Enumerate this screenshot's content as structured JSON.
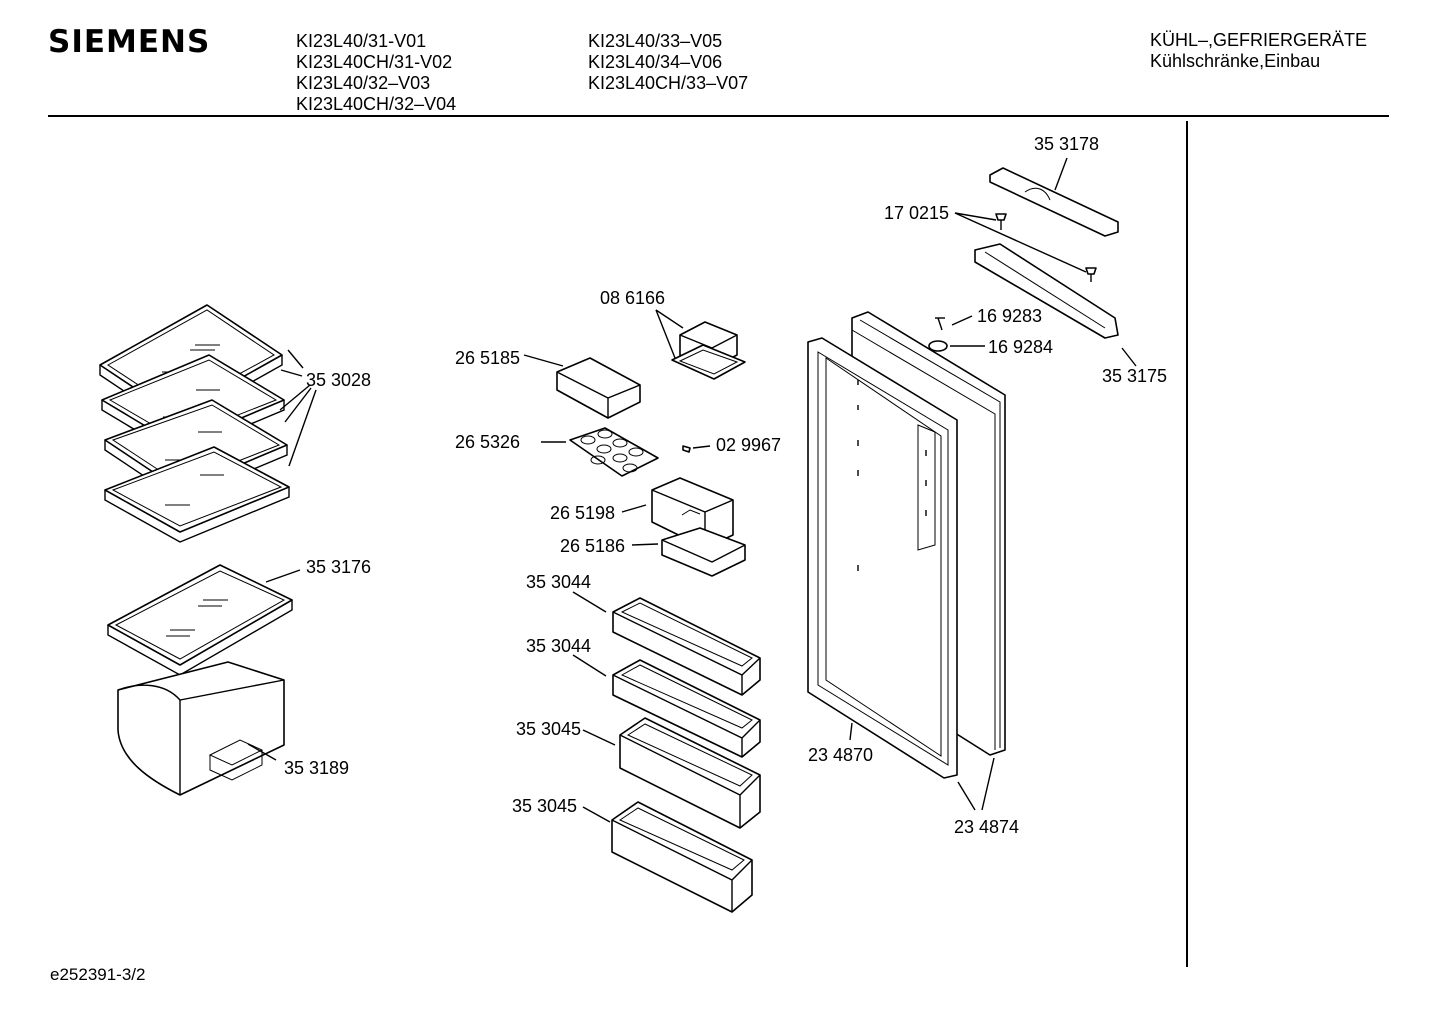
{
  "header": {
    "brand": "SIEMENS",
    "models_col1": [
      "KI23L40/31-V01",
      "KI23L40CH/31-V02",
      "KI23L40/32–V03",
      "KI23L40CH/32–V04"
    ],
    "models_col2": [
      "KI23L40/33–V05",
      "KI23L40/34–V06",
      "KI23L40CH/33–V07"
    ],
    "category": "KÜHL–,GEFRIERGERÄTE",
    "subcategory": "Kühlschränke,Einbau"
  },
  "parts": [
    {
      "id": "p353178",
      "label": "35 3178"
    },
    {
      "id": "p170215",
      "label": "17 0215"
    },
    {
      "id": "p169283",
      "label": "16 9283"
    },
    {
      "id": "p169284",
      "label": "16 9284"
    },
    {
      "id": "p353175",
      "label": "35 3175"
    },
    {
      "id": "p086166",
      "label": "08 6166"
    },
    {
      "id": "p265185",
      "label": "26 5185"
    },
    {
      "id": "p265326",
      "label": "26 5326"
    },
    {
      "id": "p029967",
      "label": "02 9967"
    },
    {
      "id": "p265198",
      "label": "26 5198"
    },
    {
      "id": "p265186",
      "label": "26 5186"
    },
    {
      "id": "p353044a",
      "label": "35 3044"
    },
    {
      "id": "p353044b",
      "label": "35 3044"
    },
    {
      "id": "p353045a",
      "label": "35 3045"
    },
    {
      "id": "p353045b",
      "label": "35 3045"
    },
    {
      "id": "p353028",
      "label": "35 3028"
    },
    {
      "id": "p353176",
      "label": "35 3176"
    },
    {
      "id": "p353189",
      "label": "35 3189"
    },
    {
      "id": "p234870",
      "label": "23 4870"
    },
    {
      "id": "p234874",
      "label": "23 4874"
    }
  ],
  "footer": {
    "doc_id": "e252391-3/2"
  }
}
